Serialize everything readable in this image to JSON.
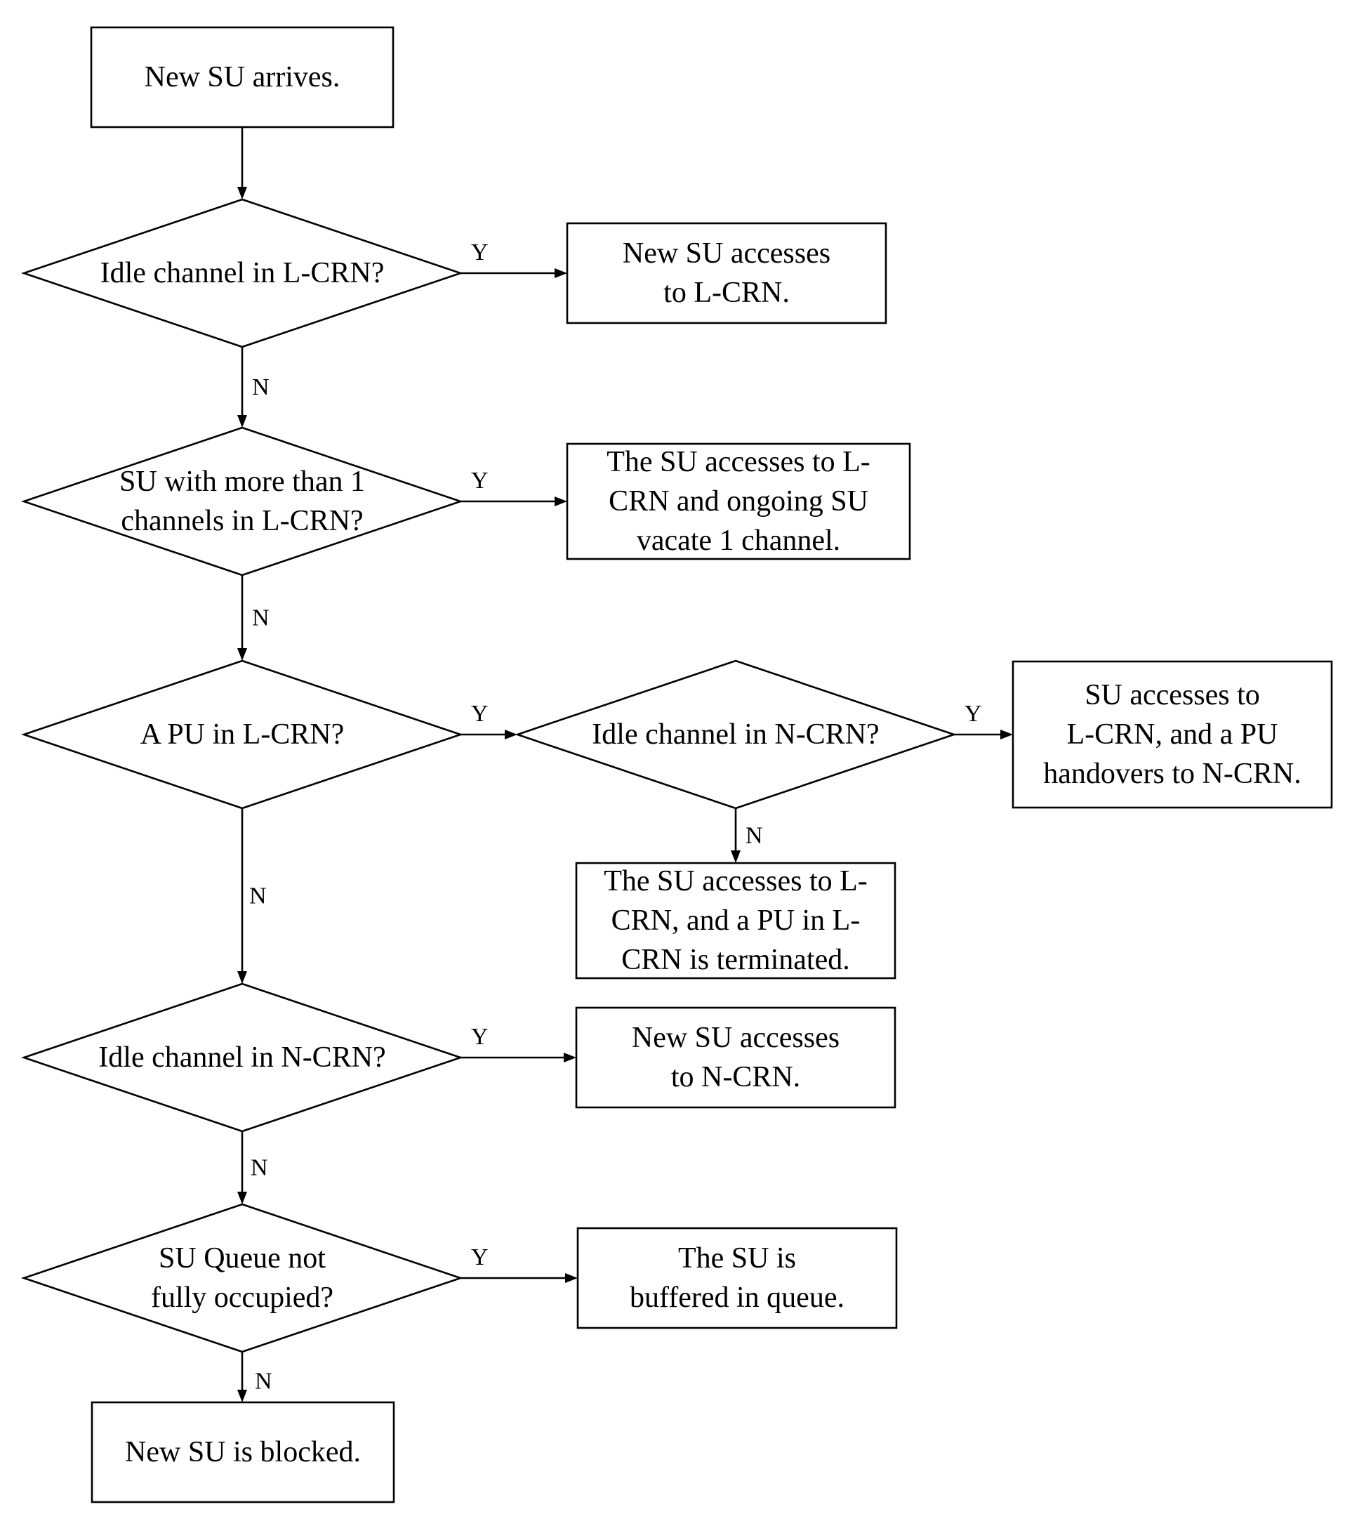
{
  "nodes": [
    {
      "id": "start",
      "shape": "process",
      "lines": [
        "New SU arrives."
      ]
    },
    {
      "id": "d1",
      "shape": "decision",
      "lines": [
        "Idle channel in L-CRN?"
      ]
    },
    {
      "id": "p1",
      "shape": "process",
      "lines": [
        "New SU accesses",
        "to L-CRN."
      ]
    },
    {
      "id": "d2",
      "shape": "decision",
      "lines": [
        "SU with more than 1",
        "channels in L-CRN?"
      ]
    },
    {
      "id": "p2",
      "shape": "process",
      "lines": [
        "The SU accesses to L-",
        "CRN and ongoing SU",
        "vacate 1 channel."
      ]
    },
    {
      "id": "d3",
      "shape": "decision",
      "lines": [
        "A PU in L-CRN?"
      ]
    },
    {
      "id": "d3b",
      "shape": "decision",
      "lines": [
        "Idle channel in N-CRN?"
      ]
    },
    {
      "id": "p3",
      "shape": "process",
      "lines": [
        "SU accesses to",
        "L-CRN, and a PU",
        "handovers to N-CRN."
      ]
    },
    {
      "id": "p4",
      "shape": "process",
      "lines": [
        "The SU accesses to L-",
        "CRN, and  a PU in  L-",
        "CRN is terminated."
      ]
    },
    {
      "id": "d4",
      "shape": "decision",
      "lines": [
        "Idle channel in N-CRN?"
      ]
    },
    {
      "id": "p5",
      "shape": "process",
      "lines": [
        "New SU accesses",
        "to N-CRN."
      ]
    },
    {
      "id": "d5",
      "shape": "decision",
      "lines": [
        "SU Queue not",
        "fully occupied?"
      ]
    },
    {
      "id": "p6",
      "shape": "process",
      "lines": [
        "The SU is",
        "buffered in queue."
      ]
    },
    {
      "id": "end",
      "shape": "process",
      "lines": [
        "New SU is blocked."
      ]
    }
  ],
  "edges": [
    {
      "from": "start",
      "to": "d1",
      "label": ""
    },
    {
      "from": "d1",
      "to": "p1",
      "label": "Y"
    },
    {
      "from": "d1",
      "to": "d2",
      "label": "N"
    },
    {
      "from": "d2",
      "to": "p2",
      "label": "Y"
    },
    {
      "from": "d2",
      "to": "d3",
      "label": "N"
    },
    {
      "from": "d3",
      "to": "d3b",
      "label": "Y"
    },
    {
      "from": "d3b",
      "to": "p3",
      "label": "Y"
    },
    {
      "from": "d3b",
      "to": "p4",
      "label": "N"
    },
    {
      "from": "d3",
      "to": "d4",
      "label": "N"
    },
    {
      "from": "d4",
      "to": "p5",
      "label": "Y"
    },
    {
      "from": "d4",
      "to": "d5",
      "label": "N"
    },
    {
      "from": "d5",
      "to": "p6",
      "label": "Y"
    },
    {
      "from": "d5",
      "to": "end",
      "label": "N"
    }
  ]
}
